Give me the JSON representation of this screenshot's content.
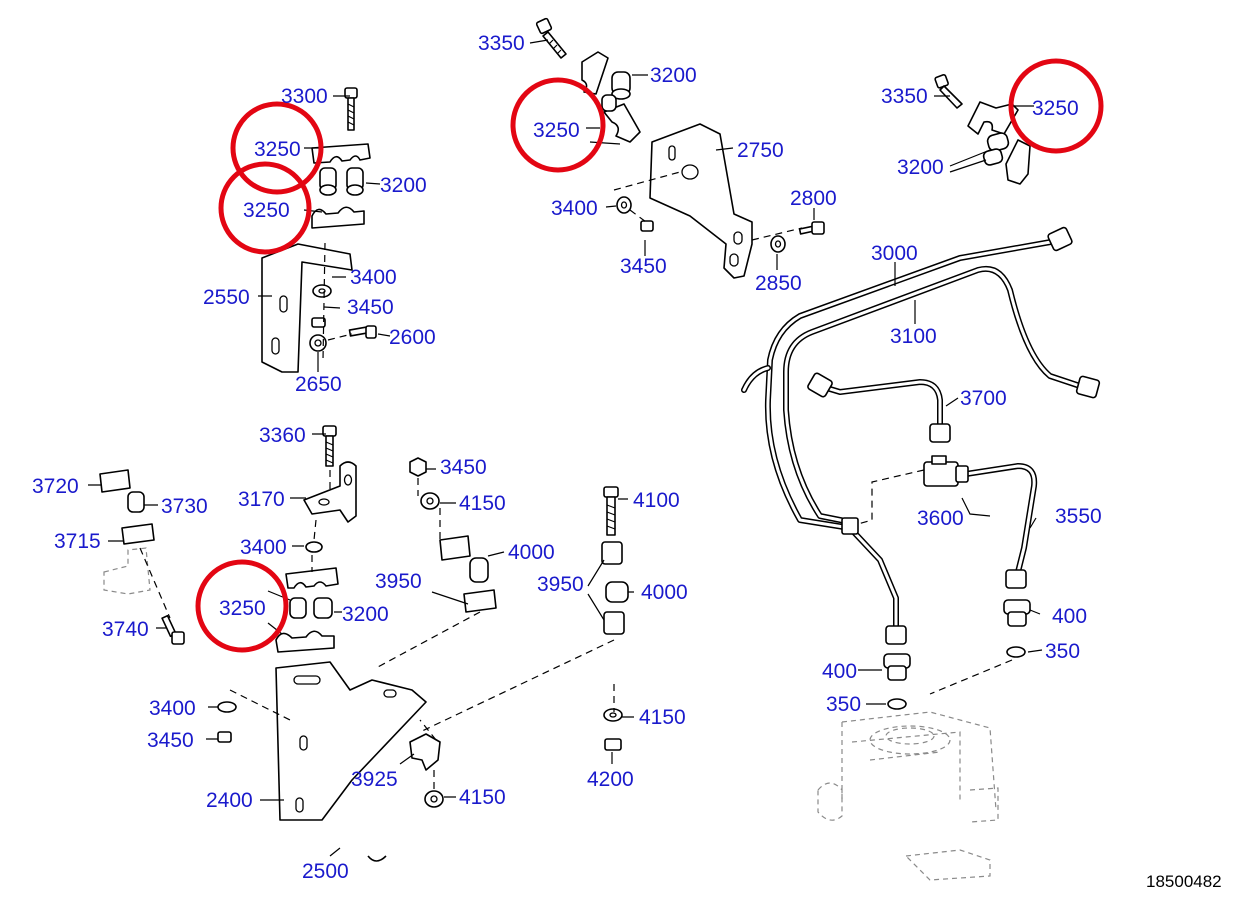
{
  "highlight_color": "#e30613",
  "label_color": "#1a1acc",
  "figure_number": "18500482",
  "labels": {
    "l3350a": "3350",
    "l3200a": "3200",
    "l3250a": "3250",
    "l2750": "2750",
    "l3400a": "3400",
    "l3450a": "3450",
    "l2800": "2800",
    "l2850": "2850",
    "l3350b": "3350",
    "l3250b": "3250",
    "l3200b": "3200",
    "l3300": "3300",
    "l3250c": "3250",
    "l3200c": "3200",
    "l3250d": "3250",
    "l3400b": "3400",
    "l2550": "2550",
    "l3450b": "3450",
    "l2600": "2600",
    "l2650": "2650",
    "l3000": "3000",
    "l3100": "3100",
    "l3700": "3700",
    "l3600": "3600",
    "l3550": "3550",
    "l400a": "400",
    "l350a": "350",
    "l400b": "400",
    "l350b": "350",
    "l3360": "3360",
    "l3720": "3720",
    "l3730": "3730",
    "l3170": "3170",
    "l3715": "3715",
    "l3400c": "3400",
    "l3250e": "3250",
    "l3200d": "3200",
    "l3740": "3740",
    "l3450c": "3450",
    "l4150a": "4150",
    "l4000a": "4000",
    "l3950a": "3950",
    "l4100": "4100",
    "l3950b": "3950",
    "l4000b": "4000",
    "l3400d": "3400",
    "l3450d": "3450",
    "l2400": "2400",
    "l3925": "3925",
    "l4150b": "4150",
    "l4150c": "4150",
    "l4200": "4200",
    "l2500": "2500"
  }
}
